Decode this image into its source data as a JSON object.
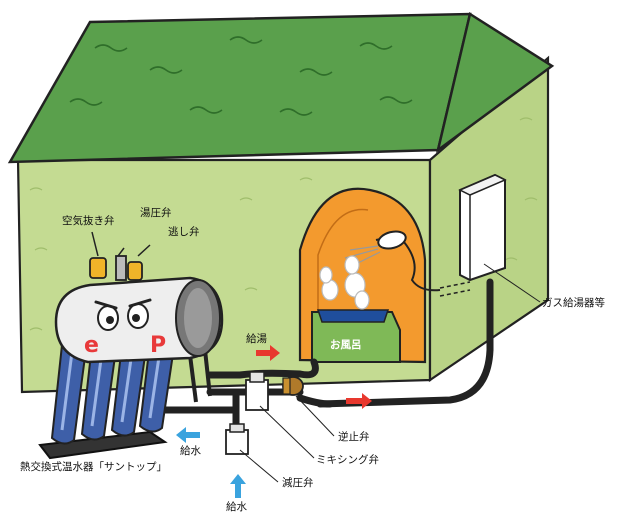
{
  "labels": {
    "air_vent_valve": "空気抜き弁",
    "pressure_relief_valve": "湯圧弁",
    "escape_valve": "逃し弁",
    "hot_water_supply": "給湯",
    "bath": "お風呂",
    "gas_water_heater": "ガス給湯器等",
    "check_valve": "逆止弁",
    "mixing_valve": "ミキシング弁",
    "pressure_reducing_valve": "減圧弁",
    "water_supply_left": "給水",
    "water_supply_bottom": "給水",
    "heater_name": "熱交換式温水器「サントップ」"
  },
  "tank_face_letters": {
    "left": "e",
    "right": "P"
  },
  "colors": {
    "roof": "#5aa04c",
    "wall": "#c4db92",
    "bath_alcove": "#f39a2e",
    "arrow_hot": "#e8382e",
    "arrow_cold": "#3aa3de",
    "pipe": "#222222",
    "face_letters": "#e8393a"
  },
  "icons": [
    "shower-head-icon",
    "steam-icon",
    "hot-water-arrow-icon",
    "cold-water-arrow-icon"
  ]
}
